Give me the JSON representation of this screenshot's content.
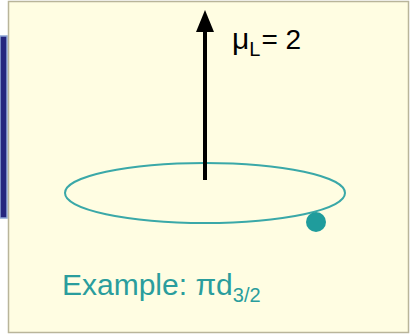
{
  "diagram": {
    "labels": [
      "μ",
      "L",
      "= 2",
      "Example: πd",
      "3/2"
    ]
  }
}
